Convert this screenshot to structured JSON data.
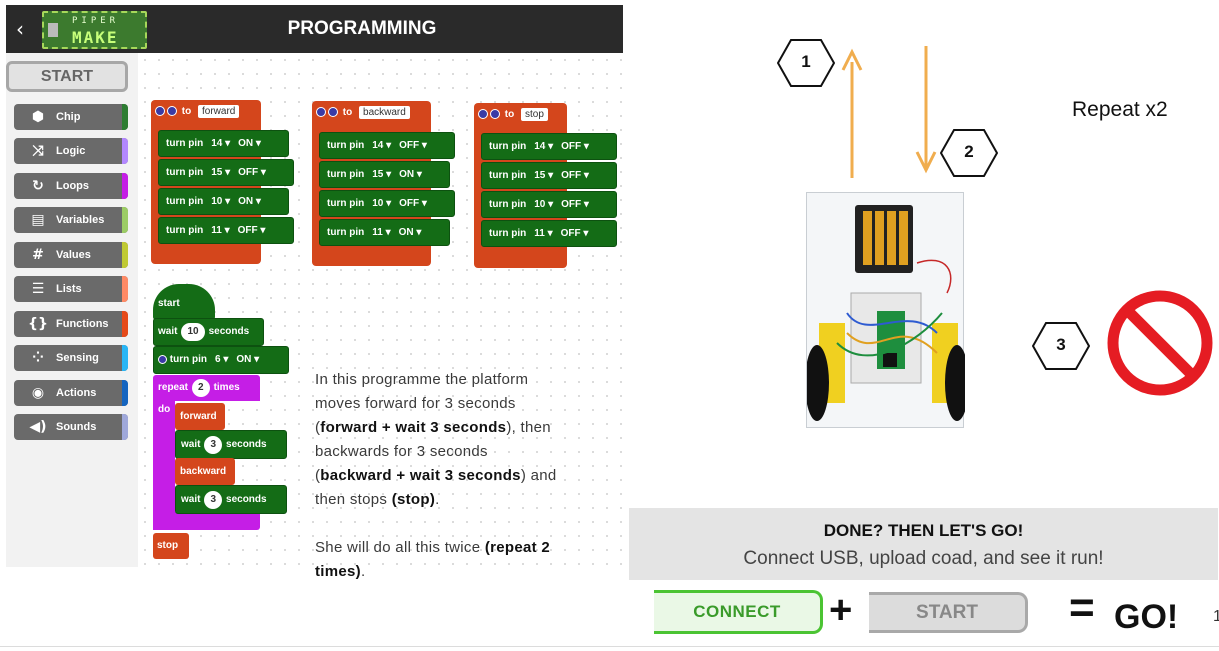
{
  "header": {
    "back_icon": "chevron-left-icon",
    "logo_small": "PIPER",
    "logo_main": "MAKE",
    "title": "PROGRAMMING"
  },
  "sidebar": {
    "start_label": "START",
    "categories": [
      {
        "label": "Chip",
        "icon": "hexagon-icon",
        "color": "#2e7d32"
      },
      {
        "label": "Logic",
        "icon": "shuffle-icon",
        "color": "#b388ff"
      },
      {
        "label": "Loops",
        "icon": "loop-icon",
        "color": "#c51ee6"
      },
      {
        "label": "Variables",
        "icon": "variable-icon",
        "color": "#9ccc65"
      },
      {
        "label": "Values",
        "icon": "hash-icon",
        "color": "#c0ca33"
      },
      {
        "label": "Lists",
        "icon": "list-icon",
        "color": "#ff8a65"
      },
      {
        "label": "Functions",
        "icon": "braces-icon",
        "color": "#e64a19"
      },
      {
        "label": "Sensing",
        "icon": "sensing-icon",
        "color": "#29b6f6"
      },
      {
        "label": "Actions",
        "icon": "target-icon",
        "color": "#1565c0"
      },
      {
        "label": "Sounds",
        "icon": "speaker-icon",
        "color": "#9fa8da"
      }
    ]
  },
  "workspace": {
    "functions": [
      {
        "to": "to",
        "name": "forward",
        "blocks": [
          {
            "text": "turn pin",
            "pin": "14 ▾",
            "state": "ON ▾"
          },
          {
            "text": "turn pin",
            "pin": "15 ▾",
            "state": "OFF ▾"
          },
          {
            "text": "turn pin",
            "pin": "10 ▾",
            "state": "ON ▾"
          },
          {
            "text": "turn pin",
            "pin": "11 ▾",
            "state": "OFF ▾"
          }
        ]
      },
      {
        "to": "to",
        "name": "backward",
        "blocks": [
          {
            "text": "turn pin",
            "pin": "14 ▾",
            "state": "OFF ▾"
          },
          {
            "text": "turn pin",
            "pin": "15 ▾",
            "state": "ON ▾"
          },
          {
            "text": "turn pin",
            "pin": "10 ▾",
            "state": "OFF ▾"
          },
          {
            "text": "turn pin",
            "pin": "11 ▾",
            "state": "ON ▾"
          }
        ]
      },
      {
        "to": "to",
        "name": "stop",
        "blocks": [
          {
            "text": "turn pin",
            "pin": "14 ▾",
            "state": "OFF ▾"
          },
          {
            "text": "turn pin",
            "pin": "15 ▾",
            "state": "OFF ▾"
          },
          {
            "text": "turn pin",
            "pin": "10 ▾",
            "state": "OFF ▾"
          },
          {
            "text": "turn pin",
            "pin": "11 ▾",
            "state": "OFF ▾"
          }
        ]
      }
    ],
    "main": {
      "start": "start",
      "wait": "wait",
      "wait_value": "10",
      "seconds": "seconds",
      "turn_pin": "turn pin",
      "turn_pin_pin": "6 ▾",
      "turn_pin_state": "ON ▾",
      "repeat": "repeat",
      "repeat_value": "2",
      "times": "times",
      "do": "do",
      "forward": "forward",
      "wait_fwd": "wait",
      "wait_fwd_value": "3",
      "seconds_fwd": "seconds",
      "backward": "backward",
      "wait_bwd": "wait",
      "wait_bwd_value": "3",
      "seconds_bwd": "seconds",
      "stop": "stop"
    }
  },
  "description": {
    "p1_line1": "In this programme the platform",
    "p1_line2": "moves forward for 3 seconds",
    "p1_line3_pre": "(",
    "p1_line3_bold": "forward + wait 3 seconds",
    "p1_line3_post": "), then",
    "p1_line4": "backwards for 3 seconds",
    "p1_line5_pre": "(",
    "p1_line5_bold": "backward + wait 3 seconds",
    "p1_line5_post": ") and",
    "p1_line6_pre": "then stops ",
    "p1_line6_bold": "(stop)",
    "p1_line6_post": ".",
    "p2_line1_pre": "She will do all this twice ",
    "p2_line1_bold": "(repeat 2",
    "p2_line2_bold": "times)",
    "p2_line2_post": "."
  },
  "diagram": {
    "step1": "1",
    "step2": "2",
    "step3": "3",
    "repeat_label": "Repeat x2",
    "arrow_color": "#f0ad4e",
    "stop_color": "#e51c23"
  },
  "cta": {
    "title": "DONE? THEN LET'S GO!",
    "subtitle": "Connect USB, upload coad, and see it run!",
    "connect": "CONNECT",
    "plus": "+",
    "start": "START",
    "equals": "=",
    "go": "GO!",
    "page_number": "1"
  }
}
